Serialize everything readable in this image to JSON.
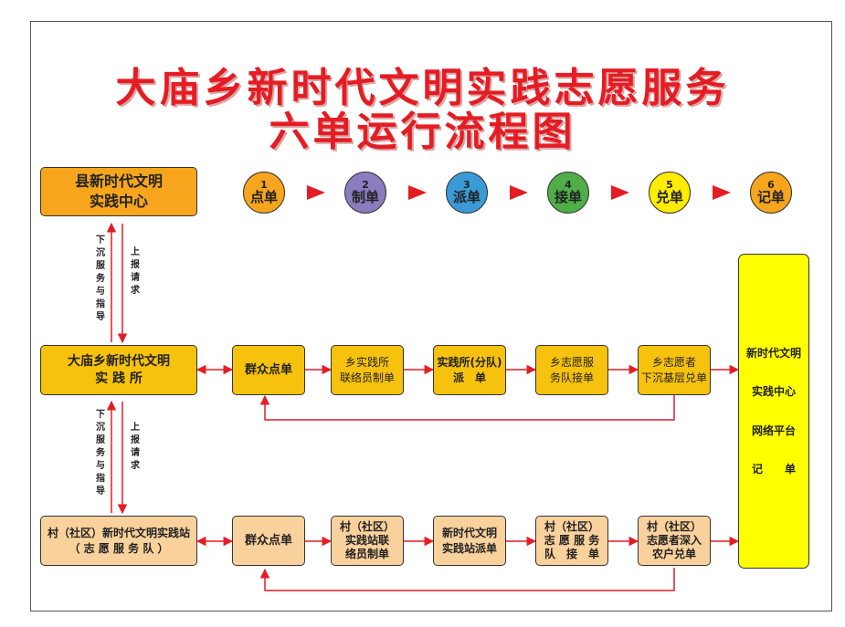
{
  "title": {
    "line1": "大庙乡新时代文明实践志愿服务",
    "line2": "六单运行流程图"
  },
  "steps": [
    {
      "num": "1",
      "label": "点单",
      "color": "#f7a51c"
    },
    {
      "num": "2",
      "label": "制单",
      "color": "#8b7bbf"
    },
    {
      "num": "3",
      "label": "派单",
      "color": "#3a9bd8"
    },
    {
      "num": "4",
      "label": "接单",
      "color": "#4fae48"
    },
    {
      "num": "5",
      "label": "兑单",
      "color": "#ffec00"
    },
    {
      "num": "6",
      "label": "记单",
      "color": "#f7a51c"
    }
  ],
  "levels": {
    "county": {
      "line1": "县新时代文明",
      "line2": "实践中心"
    },
    "town": {
      "line1": "大庙乡新时代文明",
      "line2": "实 践 所"
    },
    "village": {
      "line1": "村（社区）新时代文明实践站",
      "line2": "（ 志 愿 服 务 队 ）"
    }
  },
  "side_labels": {
    "down": "下沉服务与指导",
    "up": "上报请求"
  },
  "town_row": [
    {
      "line1": "群众点单",
      "line2": ""
    },
    {
      "line1": "乡实践所",
      "line2": "联络员制单"
    },
    {
      "line1": "实践所(分队)",
      "line2": "派　单"
    },
    {
      "line1": "乡志愿服",
      "line2": "务队接单"
    },
    {
      "line1": "乡志愿者",
      "line2": "下沉基层兑单"
    }
  ],
  "village_row": [
    {
      "line1": "群众点单",
      "line2": "",
      "line3": ""
    },
    {
      "line1": "村（社区）",
      "line2": "实践站联",
      "line3": "络员制单"
    },
    {
      "line1": "新时代文明",
      "line2": "实践站派单",
      "line3": ""
    },
    {
      "line1": "村（社区）",
      "line2": "志 愿 服 务",
      "line3": "队　接　单"
    },
    {
      "line1": "村（社区）",
      "line2": "志愿者深入",
      "line3": "农户兑单"
    }
  ],
  "platform": {
    "line1": "新时代文明",
    "line2": "实践中心",
    "line3": "网络平台",
    "line4": "记　　单"
  },
  "colors": {
    "title": "#e51c23",
    "arrow": "#e51c23",
    "county_box": "#f7a51c",
    "town_box": "#f6c20d",
    "village_box": "#f9d19c",
    "platform_box": "#ffff00"
  }
}
